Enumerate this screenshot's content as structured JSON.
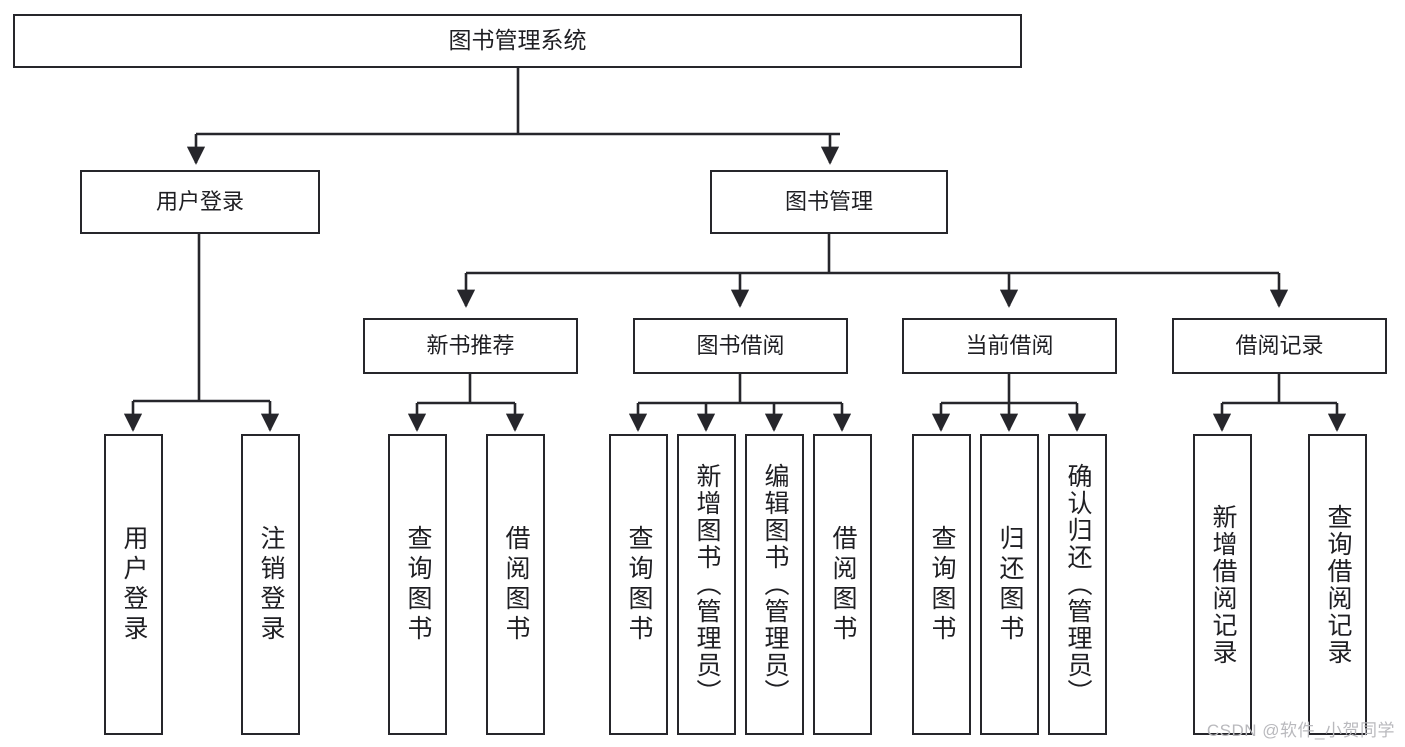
{
  "diagram": {
    "title": "图书管理系统",
    "type": "tree-hierarchy-chart",
    "root": {
      "label": "图书管理系统"
    },
    "level1": [
      {
        "label": "用户登录"
      },
      {
        "label": "图书管理"
      }
    ],
    "level2": [
      {
        "label": "新书推荐"
      },
      {
        "label": "图书借阅"
      },
      {
        "label": "当前借阅"
      },
      {
        "label": "借阅记录"
      }
    ],
    "leaves": {
      "user_login": [
        {
          "label": "用户登录"
        },
        {
          "label": "注销登录"
        }
      ],
      "new_book_recommend": [
        {
          "label": "查询图书"
        },
        {
          "label": "借阅图书"
        }
      ],
      "book_borrow": [
        {
          "label": "查询图书"
        },
        {
          "label": "新增图书（管理员）"
        },
        {
          "label": "编辑图书（管理员）"
        },
        {
          "label": "借阅图书"
        }
      ],
      "current_borrow": [
        {
          "label": "查询图书"
        },
        {
          "label": "归还图书"
        },
        {
          "label": "确认归还（管理员）"
        }
      ],
      "borrow_record": [
        {
          "label": "新增借阅记录"
        },
        {
          "label": "查询借阅记录"
        }
      ]
    }
  },
  "watermark": {
    "text": "CSDN @软件_小贺同学"
  },
  "colors": {
    "stroke": "#26262b",
    "text": "#1f1f23",
    "background": "#ffffff",
    "watermark": "#b9b9bd"
  }
}
